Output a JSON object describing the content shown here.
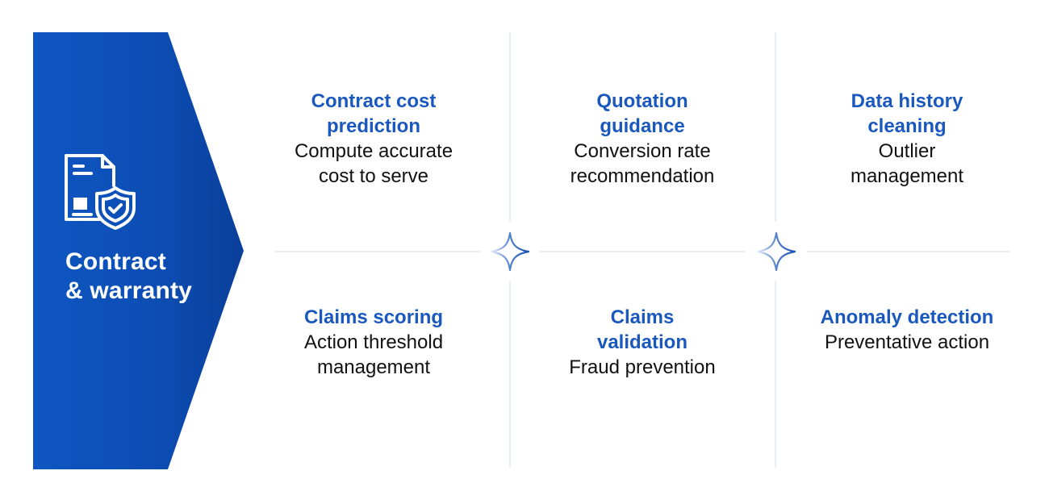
{
  "hero": {
    "icon": "contract-shield-icon",
    "title_line1": "Contract",
    "title_line2": "& warranty",
    "gradient": [
      "#0f56c2",
      "#0a3f9a"
    ]
  },
  "accent_color": "#1a58be",
  "divider_color": "#e9eef2",
  "separator_icon": "sparkle-icon",
  "cells": [
    {
      "title": "Contract cost prediction",
      "title_line1": "Contract cost",
      "title_line2": "prediction",
      "desc_line1": "Compute accurate",
      "desc_line2": "cost to serve"
    },
    {
      "title": "Quotation guidance",
      "title_line1": "Quotation",
      "title_line2": "guidance",
      "desc_line1": "Conversion rate",
      "desc_line2": "recommendation"
    },
    {
      "title": "Data history cleaning",
      "title_line1": "Data history",
      "title_line2": "cleaning",
      "desc_line1": "Outlier",
      "desc_line2": "management"
    },
    {
      "title": "Claims scoring",
      "title_line1": "Claims scoring",
      "desc_line1": "Action threshold",
      "desc_line2": "management"
    },
    {
      "title": "Claims validation",
      "title_line1": "Claims",
      "title_line2": "validation",
      "desc_line1": "Fraud prevention"
    },
    {
      "title": "Anomaly detection",
      "title_line1": "Anomaly detection",
      "desc_line1": "Preventative action"
    }
  ]
}
